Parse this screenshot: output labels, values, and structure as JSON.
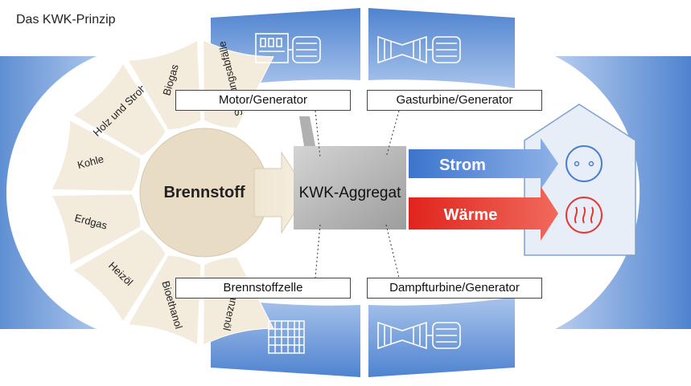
{
  "title": "Das KWK-Prinzip",
  "fuels": [
    "Pflanzenöl",
    "Bioethanol",
    "Heizöl",
    "Erdgas",
    "Kohle",
    "Holz und Stroh",
    "Biogas",
    "Siedlungsabfälle"
  ],
  "fuel_center": "Brennstoff",
  "unit": "KWK-Aggregat",
  "technologies": {
    "top_left": "Motor/Generator",
    "top_right": "Gasturbine/Generator",
    "bottom_left": "Brennstoffzelle",
    "bottom_right": "Dampfturbine/Generator"
  },
  "outputs": {
    "power": "Strom",
    "heat": "Wärme"
  },
  "colors": {
    "blue_band": "#6a97d6",
    "fuel_circle": "#e8dcc6",
    "arrow_power": "#5b8fd8",
    "arrow_heat": "#e8302a",
    "unit_gray": "#b9b9b9"
  },
  "icons": {
    "top_left": "engine-generator-icon",
    "top_right": "gas-turbine-generator-icon",
    "bottom_left": "fuel-cell-icon",
    "bottom_right": "steam-turbine-generator-icon",
    "socket": "power-socket-icon",
    "heat": "heat-waves-icon"
  }
}
